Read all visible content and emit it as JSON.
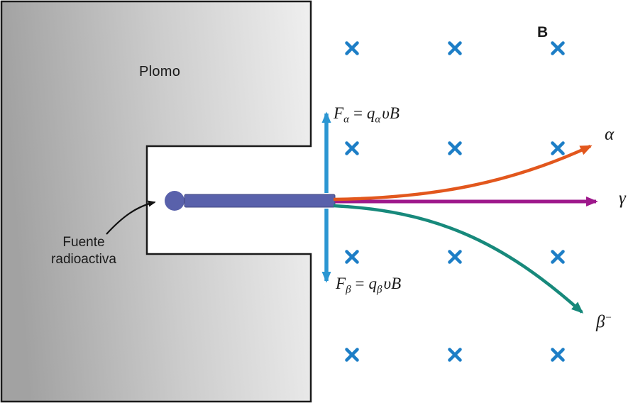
{
  "diagram": {
    "lead_block": {
      "label": "Plomo"
    },
    "source": {
      "label_line1": "Fuente",
      "label_line2": "radioactiva"
    },
    "magnetic_field": {
      "label": "B"
    },
    "forces": {
      "alpha": {
        "F": "F",
        "F_sub": "α",
        "eq": "=",
        "q": "q",
        "q_sub": "α",
        "vB": "υB"
      },
      "beta": {
        "F": "F",
        "F_sub": "β",
        "eq": "=",
        "q": "q",
        "q_sub": "β",
        "vB": "υB"
      }
    },
    "rays": {
      "alpha": {
        "label": "α",
        "color": "#e2571d"
      },
      "gamma": {
        "label": "γ",
        "color": "#9e188b"
      },
      "beta": {
        "label_base": "β",
        "label_sup": "−",
        "color": "#17897b"
      }
    },
    "colors": {
      "force_arrow": "#2b96d2",
      "field_mark": "#1d7ec6",
      "beam": "#5961ab",
      "lead_dark": "#a2a2a2",
      "lead_light": "#efefef",
      "outline": "#1a1a1a"
    }
  }
}
